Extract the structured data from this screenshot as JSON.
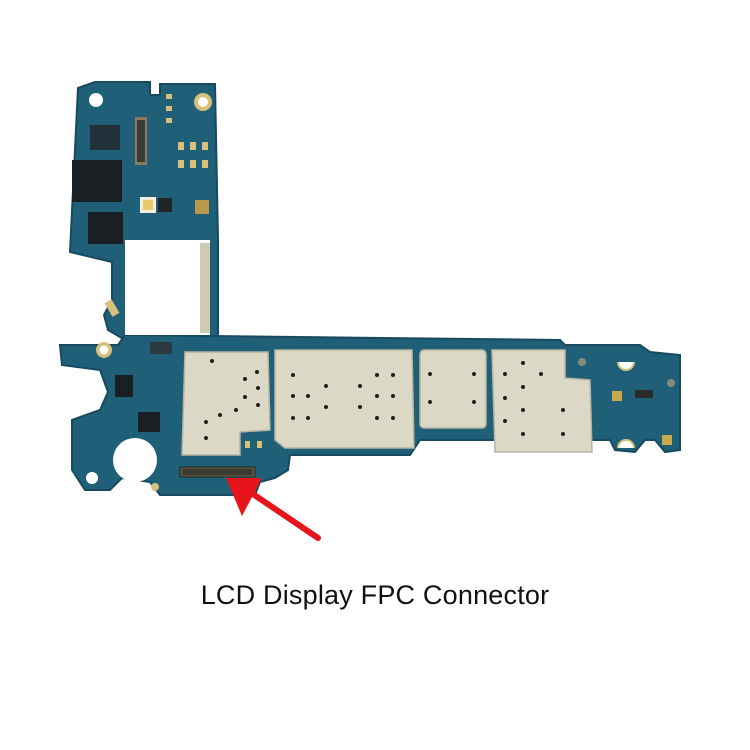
{
  "image": {
    "subject": "phone-motherboard",
    "description": "Smartphone mainboard (blue PCB with silver EMI shields) with a red arrow pointing to the LCD display FPC connector",
    "colors": {
      "background": "#ffffff",
      "pcb": "#1f5f78",
      "pcb_dark": "#174a5e",
      "shield": "#dcd8c6",
      "shield_edge": "#b8b4a2",
      "gold": "#d7c07a",
      "chip": "#1a1f24",
      "arrow": "#e8141b"
    }
  },
  "annotation": {
    "arrow_target": "LCD Display FPC Connector",
    "caption": "LCD Display FPC Connector"
  }
}
